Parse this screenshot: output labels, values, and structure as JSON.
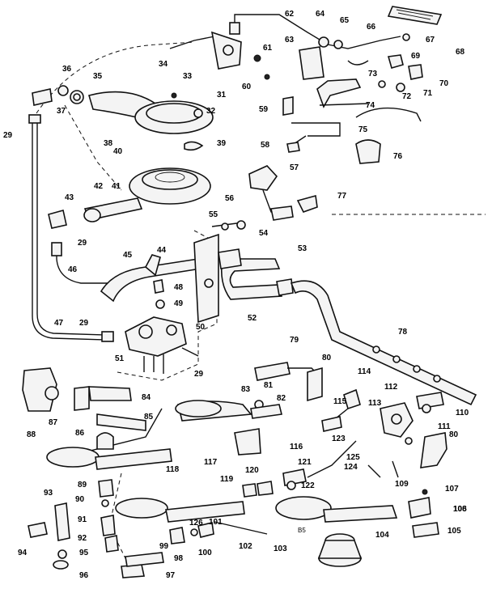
{
  "diagram": {
    "labels": [
      "29",
      "31",
      "32",
      "33",
      "34",
      "35",
      "36",
      "37",
      "38",
      "39",
      "40",
      "41",
      "42",
      "43",
      "44",
      "45",
      "46",
      "47",
      "48",
      "49",
      "50",
      "51",
      "52",
      "53",
      "54",
      "55",
      "56",
      "57",
      "58",
      "59",
      "60",
      "61",
      "62",
      "63",
      "64",
      "65",
      "66",
      "67",
      "68",
      "69",
      "70",
      "71",
      "72",
      "73",
      "74",
      "75",
      "76",
      "77",
      "78",
      "79",
      "80",
      "81",
      "82",
      "83",
      "84",
      "85",
      "86",
      "87",
      "88",
      "89",
      "90",
      "91",
      "92",
      "93",
      "94",
      "95",
      "96",
      "97",
      "98",
      "99",
      "100",
      "101",
      "102",
      "103",
      "104",
      "105",
      "106",
      "107",
      "108",
      "109",
      "110",
      "111",
      "112",
      "113",
      "114",
      "115",
      "116",
      "117",
      "118",
      "119",
      "120",
      "121",
      "122",
      "123",
      "124",
      "125",
      "126"
    ],
    "corner_code": "B5"
  }
}
